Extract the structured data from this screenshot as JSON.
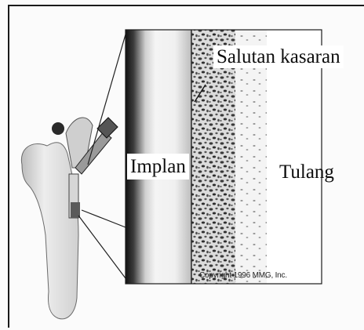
{
  "labels": {
    "coating": "Salutan kasaran",
    "implant": "Implan",
    "bone": "Tulang",
    "copyright": "Copyright 1996 MMG, Inc."
  },
  "colors": {
    "frame": "#1a1a1a",
    "implant_dark": "#1c1c1c",
    "implant_light": "#f2f2f2",
    "bone": "#e6e3d6",
    "porous_dots": "#3a3a3a",
    "line": "#202020"
  }
}
